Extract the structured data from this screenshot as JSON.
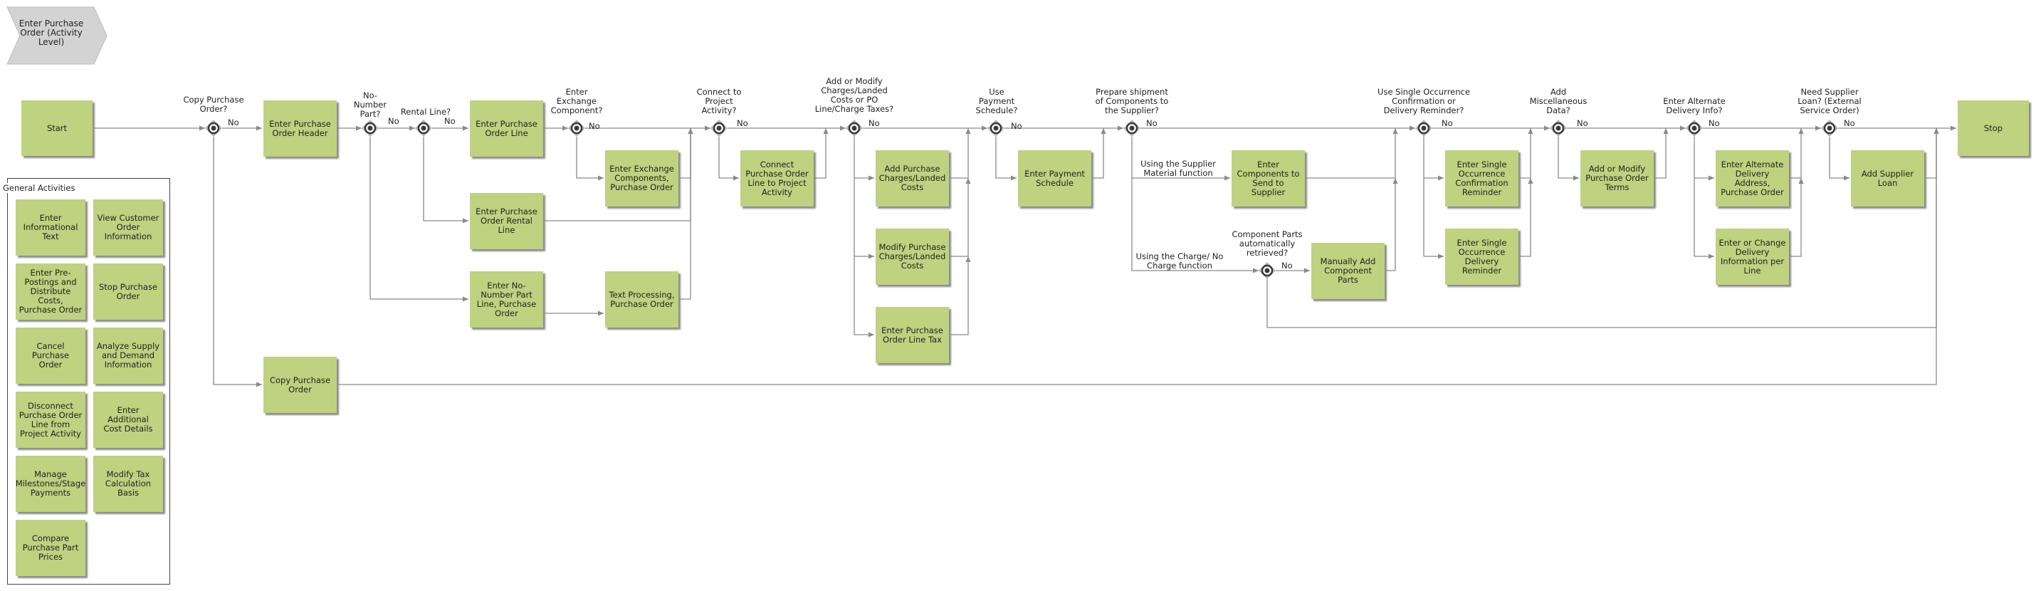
{
  "header": {
    "title": "Enter Purchase\nOrder (Activity\nLevel)"
  },
  "colors": {
    "activity_fill": "#bed27f",
    "gateway_ring": "#3a3a3a",
    "line": "#8a8a8a"
  },
  "start_label": "Start",
  "stop_label": "Stop",
  "activities": {
    "header": "Enter Purchase\nOrder Header",
    "order_line": "Enter Purchase\nOrder Line",
    "rental_line": "Enter Purchase\nOrder Rental\nLine",
    "no_number_line": "Enter No-\nNumber Part\nLine, Purchase\nOrder",
    "text_processing": "Text Processing,\nPurchase Order",
    "exchange_components": "Enter Exchange\nComponents,\nPurchase Order",
    "connect_project": "Connect\nPurchase Order\nLine to Project\nActivity",
    "add_charges": "Add Purchase\nCharges/Landed\nCosts",
    "modify_charges": "Modify Purchase\nCharges/Landed\nCosts",
    "line_tax": "Enter Purchase\nOrder Line Tax",
    "payment_schedule": "Enter Payment\nSchedule",
    "components_supplier": "Enter\nComponents to\nSend to Supplier",
    "manually_add": "Manually Add\nComponent\nParts",
    "single_confirmation": "Enter Single\nOccurrence\nConfirmation\nReminder",
    "single_delivery": "Enter Single\nOccurrence\nDelivery\nReminder",
    "order_terms": "Add or Modify\nPurchase Order\nTerms",
    "alternate_address": "Enter Alternate\nDelivery\nAddress,\nPurchase Order",
    "delivery_info_line": "Enter or Change\nDelivery\nInformation per\nLine",
    "supplier_loan": "Add Supplier\nLoan",
    "copy_order": "Copy Purchase\nOrder"
  },
  "gateways": {
    "copy": "Copy Purchase\nOrder?",
    "no_number": "No-\nNumber\nPart?",
    "rental": "Rental Line?",
    "exchange": "Enter\nExchange\nComponent?",
    "project": "Connect to\nProject\nActivity?",
    "charges": "Add or Modify\nCharges/Landed\nCosts or PO\nLine/Charge Taxes?",
    "payment": "Use\nPayment\nSchedule?",
    "shipment": "Prepare shipment\nof Components to\nthe Supplier?",
    "retrieved": "Component Parts\nautomatically\nretrieved?",
    "reminder": "Use Single Occurrence\nConfirmation or\nDelivery Reminder?",
    "misc": "Add\nMiscellaneous\nData?",
    "alt_delivery": "Enter Alternate\nDelivery Info?",
    "loan": "Need Supplier\nLoan? (External\nService Order)"
  },
  "flow_labels": {
    "no": "No",
    "supplier_material": "Using the Supplier\nMaterial function",
    "charge_no_charge": "Using the Charge/ No\nCharge function"
  },
  "general_activities": {
    "title": "General Activities",
    "items": [
      "Enter\nInformational\nText",
      "View Customer\nOrder\nInformation",
      "Enter Pre-\nPostings and\nDistribute Costs,\nPurchase Order",
      "Stop Purchase\nOrder",
      "Cancel Purchase\nOrder",
      "Analyze Supply\nand Demand\nInformation",
      "Disconnect\nPurchase Order\nLine from\nProject Activity",
      "Enter Additional\nCost Details",
      "Manage\nMilestones/Stage\nPayments",
      "Modify Tax\nCalculation\nBasis",
      "Compare\nPurchase Part\nPrices"
    ]
  }
}
